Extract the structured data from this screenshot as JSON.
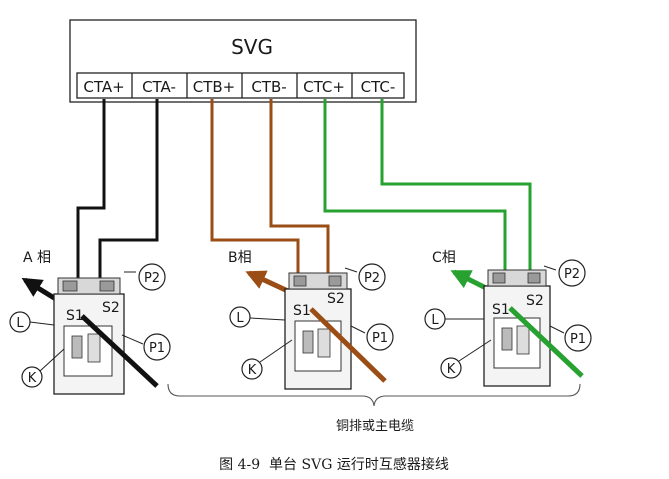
{
  "device": {
    "title": "SVG"
  },
  "terminals": [
    "CTA+",
    "CTA-",
    "CTB+",
    "CTB-",
    "CTC+",
    "CTC-"
  ],
  "colors": {
    "phase_a": "#111111",
    "phase_b": "#9a4d14",
    "phase_c": "#27a12f",
    "outline": "#222222",
    "ct_body": "#f4f4f4",
    "ct_dark": "#555555"
  },
  "cts": [
    {
      "phase_label": "A 相",
      "s1": "S1",
      "s2": "S2",
      "p1": "P1",
      "p2": "P2",
      "l": "L",
      "k": "K"
    },
    {
      "phase_label": "B相",
      "s1": "S1",
      "s2": "S2",
      "p1": "P1",
      "p2": "P2",
      "l": "L",
      "k": "K"
    },
    {
      "phase_label": "C相",
      "s1": "S1",
      "s2": "S2",
      "p1": "P1",
      "p2": "P2",
      "l": "L",
      "k": "K"
    }
  ],
  "conductor_label": "铜排或主电缆",
  "caption": "图 4-9  单台 SVG 运行时互感器接线"
}
